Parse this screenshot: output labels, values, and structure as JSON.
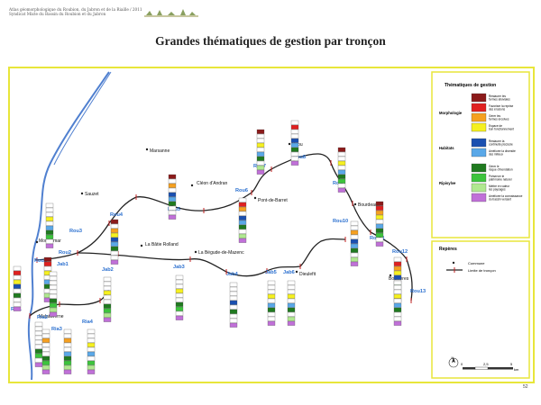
{
  "header": {
    "line1": "Atlas géomorphologique du Roubion, du Jabron et de la Riaille / 2011",
    "line2": "Syndicat Mixte du Bassin du Roubion et du Jabron"
  },
  "title": "Grandes thématiques de gestion par tronçon",
  "page_number": "52",
  "communes": [
    "Marsanne",
    "Saou",
    "Sauzet",
    "Cléon d'Andran",
    "Pont-de-Barret",
    "Montélimar",
    "La Bâtie Rolland",
    "La Bégude-de-Mazenc",
    "Bourdeaux",
    "Dieulefit",
    "Bouvières",
    "Malataverne"
  ],
  "troncons": [
    "Rou1",
    "Rou2",
    "Rou3",
    "Rou4",
    "Rou5",
    "Rou6",
    "Rou7",
    "Rou8",
    "Rou9",
    "Rou10",
    "Rou11",
    "Rou12",
    "Rou13",
    "Jab1",
    "Jab2",
    "Jab3",
    "Jab4",
    "Jab5",
    "Jab6",
    "Ria1",
    "Ria2",
    "Ria3",
    "Ria4"
  ],
  "legend": {
    "title": "Thématiques de gestion",
    "groups": [
      {
        "name": "Morphologie",
        "items": [
          {
            "label": "Restaurer les formes alluviales",
            "color": "#8b1a1a"
          },
          {
            "label": "Favoriser la reprise des érosions",
            "color": "#e02020"
          },
          {
            "label": "Gérer les formes érosives",
            "color": "#f5a020"
          },
          {
            "label": "Espace de bon fonctionnement",
            "color": "#f5f020"
          }
        ]
      },
      {
        "name": "Habitats",
        "items": [
          {
            "label": "Restaurer la continuité piscicole",
            "color": "#1a4fb0"
          },
          {
            "label": "Améliorer la diversité des milieux",
            "color": "#5aa8e8"
          }
        ]
      },
      {
        "name": "Ripisylve",
        "items": [
          {
            "label": "Gérer le risque d'inondation",
            "color": "#1f7a1f"
          },
          {
            "label": "Préserver le patrimoine naturel",
            "color": "#3cc43c"
          },
          {
            "label": "Mettre en valeur les paysages",
            "color": "#b0e890"
          },
          {
            "label": "Améliorer la connaissance du bassin versant",
            "color": "#c070d8"
          }
        ]
      }
    ],
    "reperes_title": "Repères",
    "commune_label": "Commune",
    "limite_label": "Limite de tronçon"
  },
  "scale": {
    "ticks": [
      "0",
      "2,5",
      "5"
    ],
    "unit": "km"
  }
}
